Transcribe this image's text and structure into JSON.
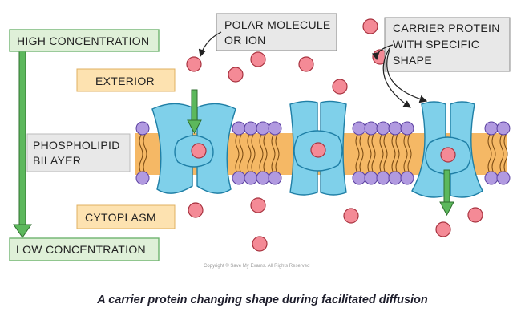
{
  "labels": {
    "high_concentration": "HIGH CONCENTRATION",
    "low_concentration": "LOW CONCENTRATION",
    "exterior": "EXTERIOR",
    "cytoplasm": "CYTOPLASM",
    "phospholipid_line1": "PHOSPHOLIPID",
    "phospholipid_line2": "BILAYER",
    "polar_line1": "POLAR MOLECULE",
    "polar_line2": "OR ION",
    "carrier_line1": "CARRIER PROTEIN",
    "carrier_line2": "WITH SPECIFIC",
    "carrier_line3": "SHAPE"
  },
  "copyright": "Copyright © Save My Exams. All Rights Reserved",
  "caption": "A carrier protein changing shape during facilitated diffusion",
  "colors": {
    "green_box": "#dff0d8",
    "green_border": "#6fb36f",
    "orange_box": "#fde2b0",
    "grey_box": "#e6e6e6",
    "lipid_head": "#b19ae0",
    "lipid_tail": "#f5b865",
    "protein": "#7fd0ea",
    "molecule": "#f48a96",
    "arrow": "#5cb85c"
  }
}
